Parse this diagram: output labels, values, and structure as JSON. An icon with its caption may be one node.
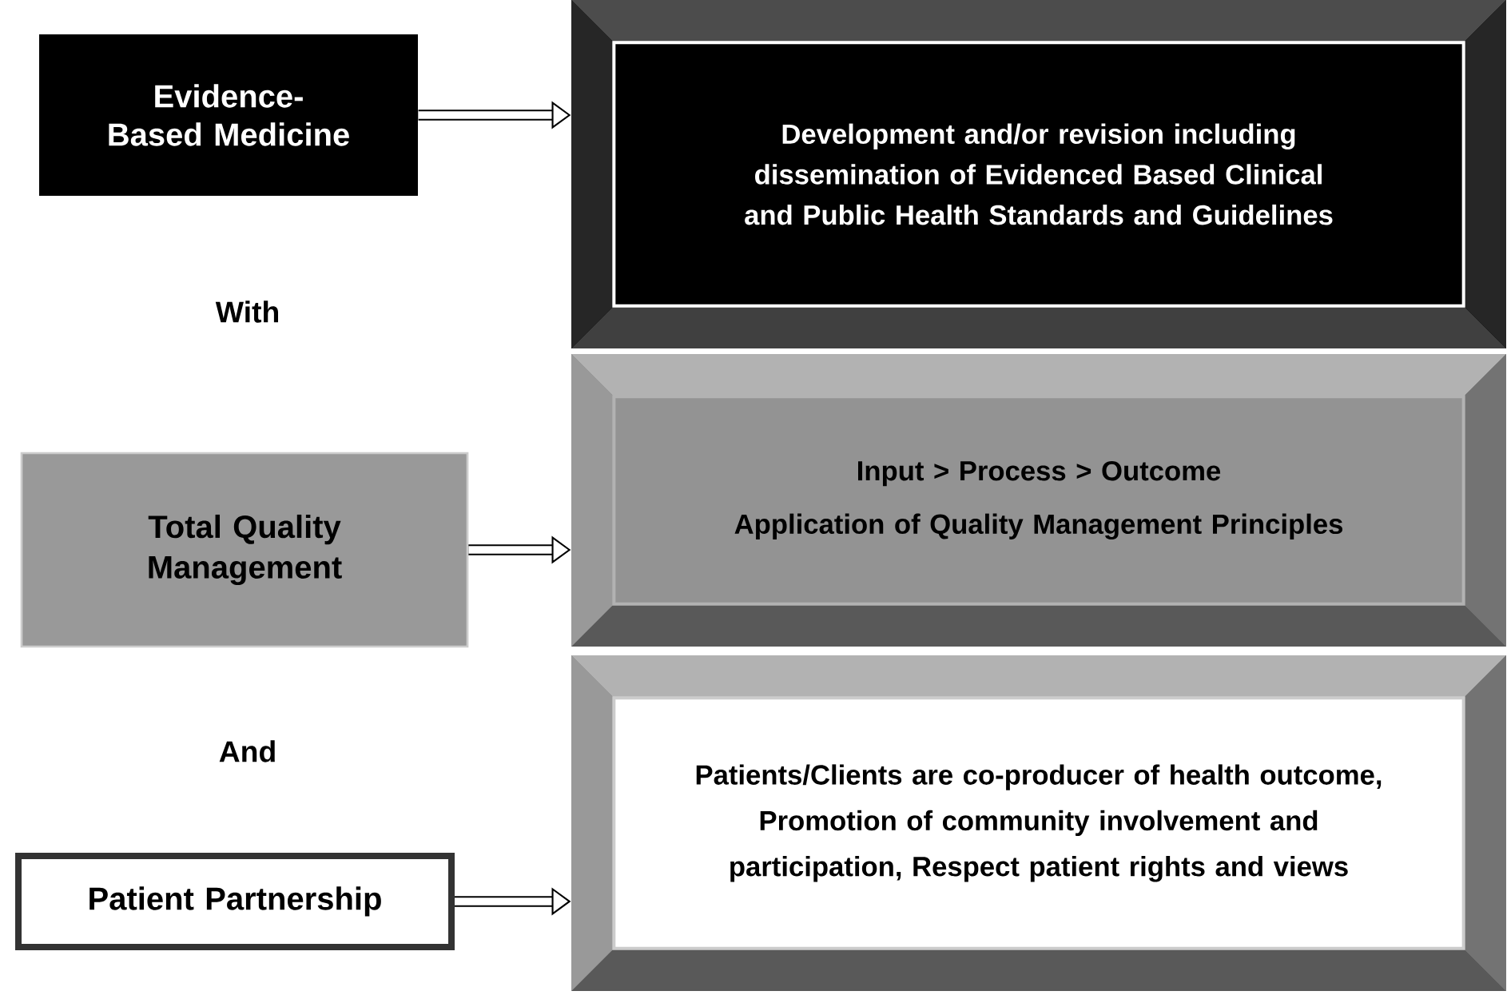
{
  "diagram": {
    "nodes": [
      {
        "text": [
          "Evidence-Based Medicine"
        ]
      },
      {
        "text": [
          "Development and/or revision including dissemination of Evidenced Based Clinical and Public Health Standards and Guidelines"
        ]
      },
      {
        "text": [
          "Total Quality Management"
        ]
      },
      {
        "text": [
          "Input > Process > Outcome",
          "Application of Quality Management Principles"
        ]
      },
      {
        "text": [
          "Patient Partnership"
        ]
      },
      {
        "text": [
          "Patients/Clients are co-producer of health outcome, Promotion of community involvement and participation, Respect patient rights and views"
        ]
      }
    ],
    "edges": [
      {
        "from": 0,
        "to": 1,
        "arrow": "to"
      },
      {
        "from": 2,
        "to": 3,
        "arrow": "to"
      },
      {
        "from": 4,
        "to": 5,
        "arrow": "to"
      }
    ],
    "labels": [
      "With",
      "And"
    ]
  }
}
